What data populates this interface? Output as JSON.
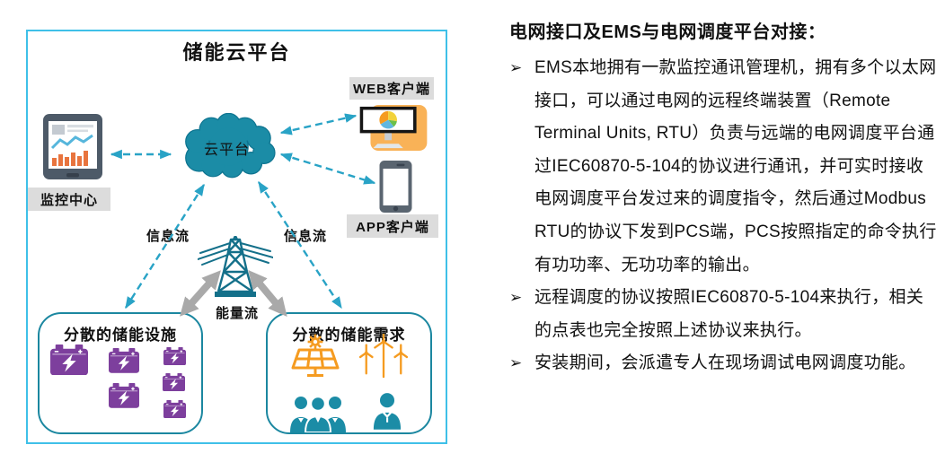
{
  "diagram": {
    "title": "储能云平台",
    "monitoring_center_label": "监控中心",
    "cloud_label": "云平台",
    "web_client_label": "WEB客户端",
    "app_client_label": "APP客户端",
    "info_flow_left_label": "信息流",
    "info_flow_right_label": "信息流",
    "energy_flow_label": "能量流",
    "storage_facilities_title": "分散的储能设施",
    "storage_demand_title": "分散的储能需求",
    "colors": {
      "frame_border": "#3fc0e8",
      "cloud_teal": "#1b8ca6",
      "teal_dark": "#0e7490",
      "arrow_teal": "#29a3c6",
      "arrow_gray": "#a9a9a9",
      "battery_purple": "#7d3f9d",
      "orange": "#f59b20",
      "monitor_bg_orange": "#f9b257",
      "bar_orange": "#e8743e",
      "chart_blue": "#56b6dc",
      "label_bg": "#dcdcdc"
    }
  },
  "panel": {
    "heading": "电网接口及EMS与电网调度平台对接：",
    "bullet_char": "➢",
    "bullets": [
      "EMS本地拥有一款监控通讯管理机，拥有多个以太网接口，可以通过电网的远程终端装置（Remote Terminal Units, RTU）负责与远端的电网调度平台通过IEC60870-5-104的协议进行通讯，并可实时接收电网调度平台发过来的调度指令，然后通过Modbus RTU的协议下发到PCS端，PCS按照指定的命令执行有功功率、无功功率的输出。",
      "远程调度的协议按照IEC60870-5-104来执行，相关的点表也完全按照上述协议来执行。",
      "安装期间，会派遣专人在现场调试电网调度功能。"
    ]
  }
}
